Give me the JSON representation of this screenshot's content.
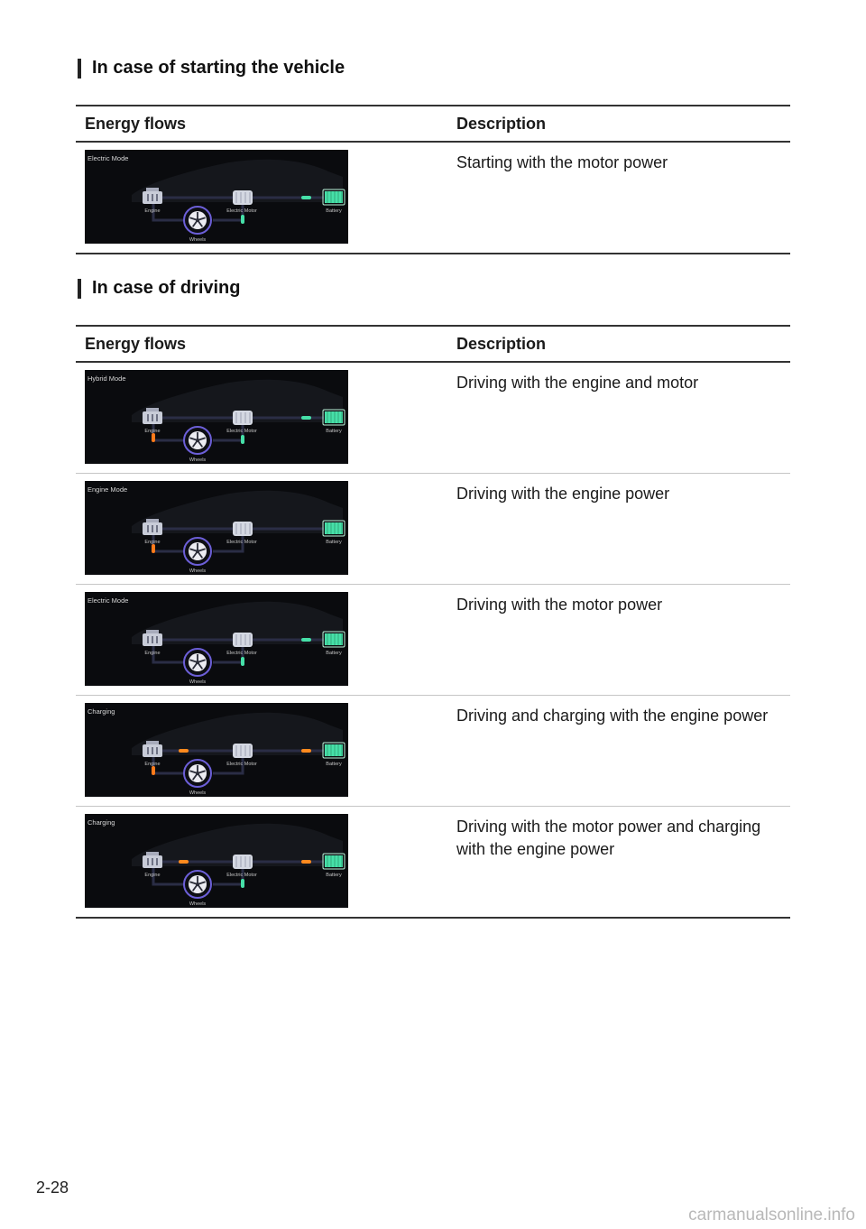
{
  "sections": [
    {
      "heading": "In case of starting the vehicle",
      "col_flows": "Energy flows",
      "col_desc": "Description",
      "rows": [
        {
          "mode": "Electric Mode",
          "description": "Starting with the motor power",
          "engine_on": false,
          "motor_on": true,
          "engine_motor_flow": "none",
          "motor_battery_flow": "discharge",
          "motor_wheel_flow": true,
          "engine_wheel_flow": false
        }
      ]
    },
    {
      "heading": "In case of driving",
      "col_flows": "Energy flows",
      "col_desc": "Description",
      "rows": [
        {
          "mode": "Hybrid Mode",
          "description": "Driving with the engine and motor",
          "engine_on": true,
          "motor_on": true,
          "engine_motor_flow": "none",
          "motor_battery_flow": "discharge",
          "motor_wheel_flow": true,
          "engine_wheel_flow": true
        },
        {
          "mode": "Engine Mode",
          "description": "Driving with the engine power",
          "engine_on": true,
          "motor_on": false,
          "engine_motor_flow": "none",
          "motor_battery_flow": "none",
          "motor_wheel_flow": false,
          "engine_wheel_flow": true
        },
        {
          "mode": "Electric Mode",
          "description": "Driving with the motor power",
          "engine_on": false,
          "motor_on": true,
          "engine_motor_flow": "none",
          "motor_battery_flow": "discharge",
          "motor_wheel_flow": true,
          "engine_wheel_flow": false
        },
        {
          "mode": "Charging",
          "description": "Driving and charging with the engine power",
          "engine_on": true,
          "motor_on": false,
          "engine_motor_flow": "charge",
          "motor_battery_flow": "charge",
          "motor_wheel_flow": false,
          "engine_wheel_flow": true
        },
        {
          "mode": "Charging",
          "description": "Driving with the motor power and charging with the engine power",
          "engine_on": false,
          "motor_on": true,
          "engine_motor_flow": "charge",
          "motor_battery_flow": "charge",
          "motor_wheel_flow": true,
          "engine_wheel_flow": false
        }
      ]
    }
  ],
  "diagram_labels": {
    "engine": "Engine",
    "motor": "Electric Motor",
    "battery": "Battery",
    "wheels": "Wheels"
  },
  "colors": {
    "discharge": "#46e0a8",
    "charge": "#ff8a1e",
    "engine": "#ff7a1a",
    "background": "#0a0b0e"
  },
  "page_number": "2-28",
  "watermark": "carmanualsonline.info"
}
